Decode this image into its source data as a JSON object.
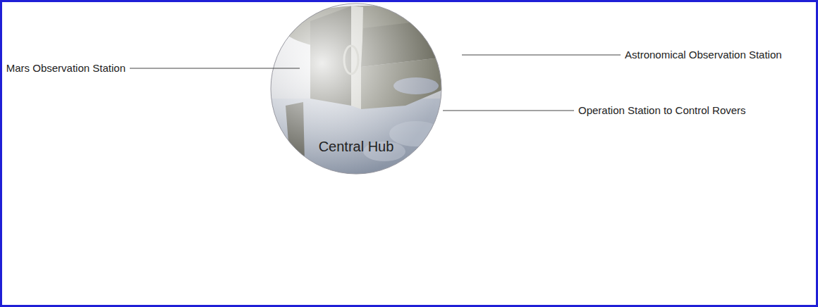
{
  "diagram": {
    "caption": "Central Hub",
    "labels": [
      "Astronomical Observation Station",
      "Mars Observation Station",
      "Operation Station to Control Rovers"
    ]
  }
}
